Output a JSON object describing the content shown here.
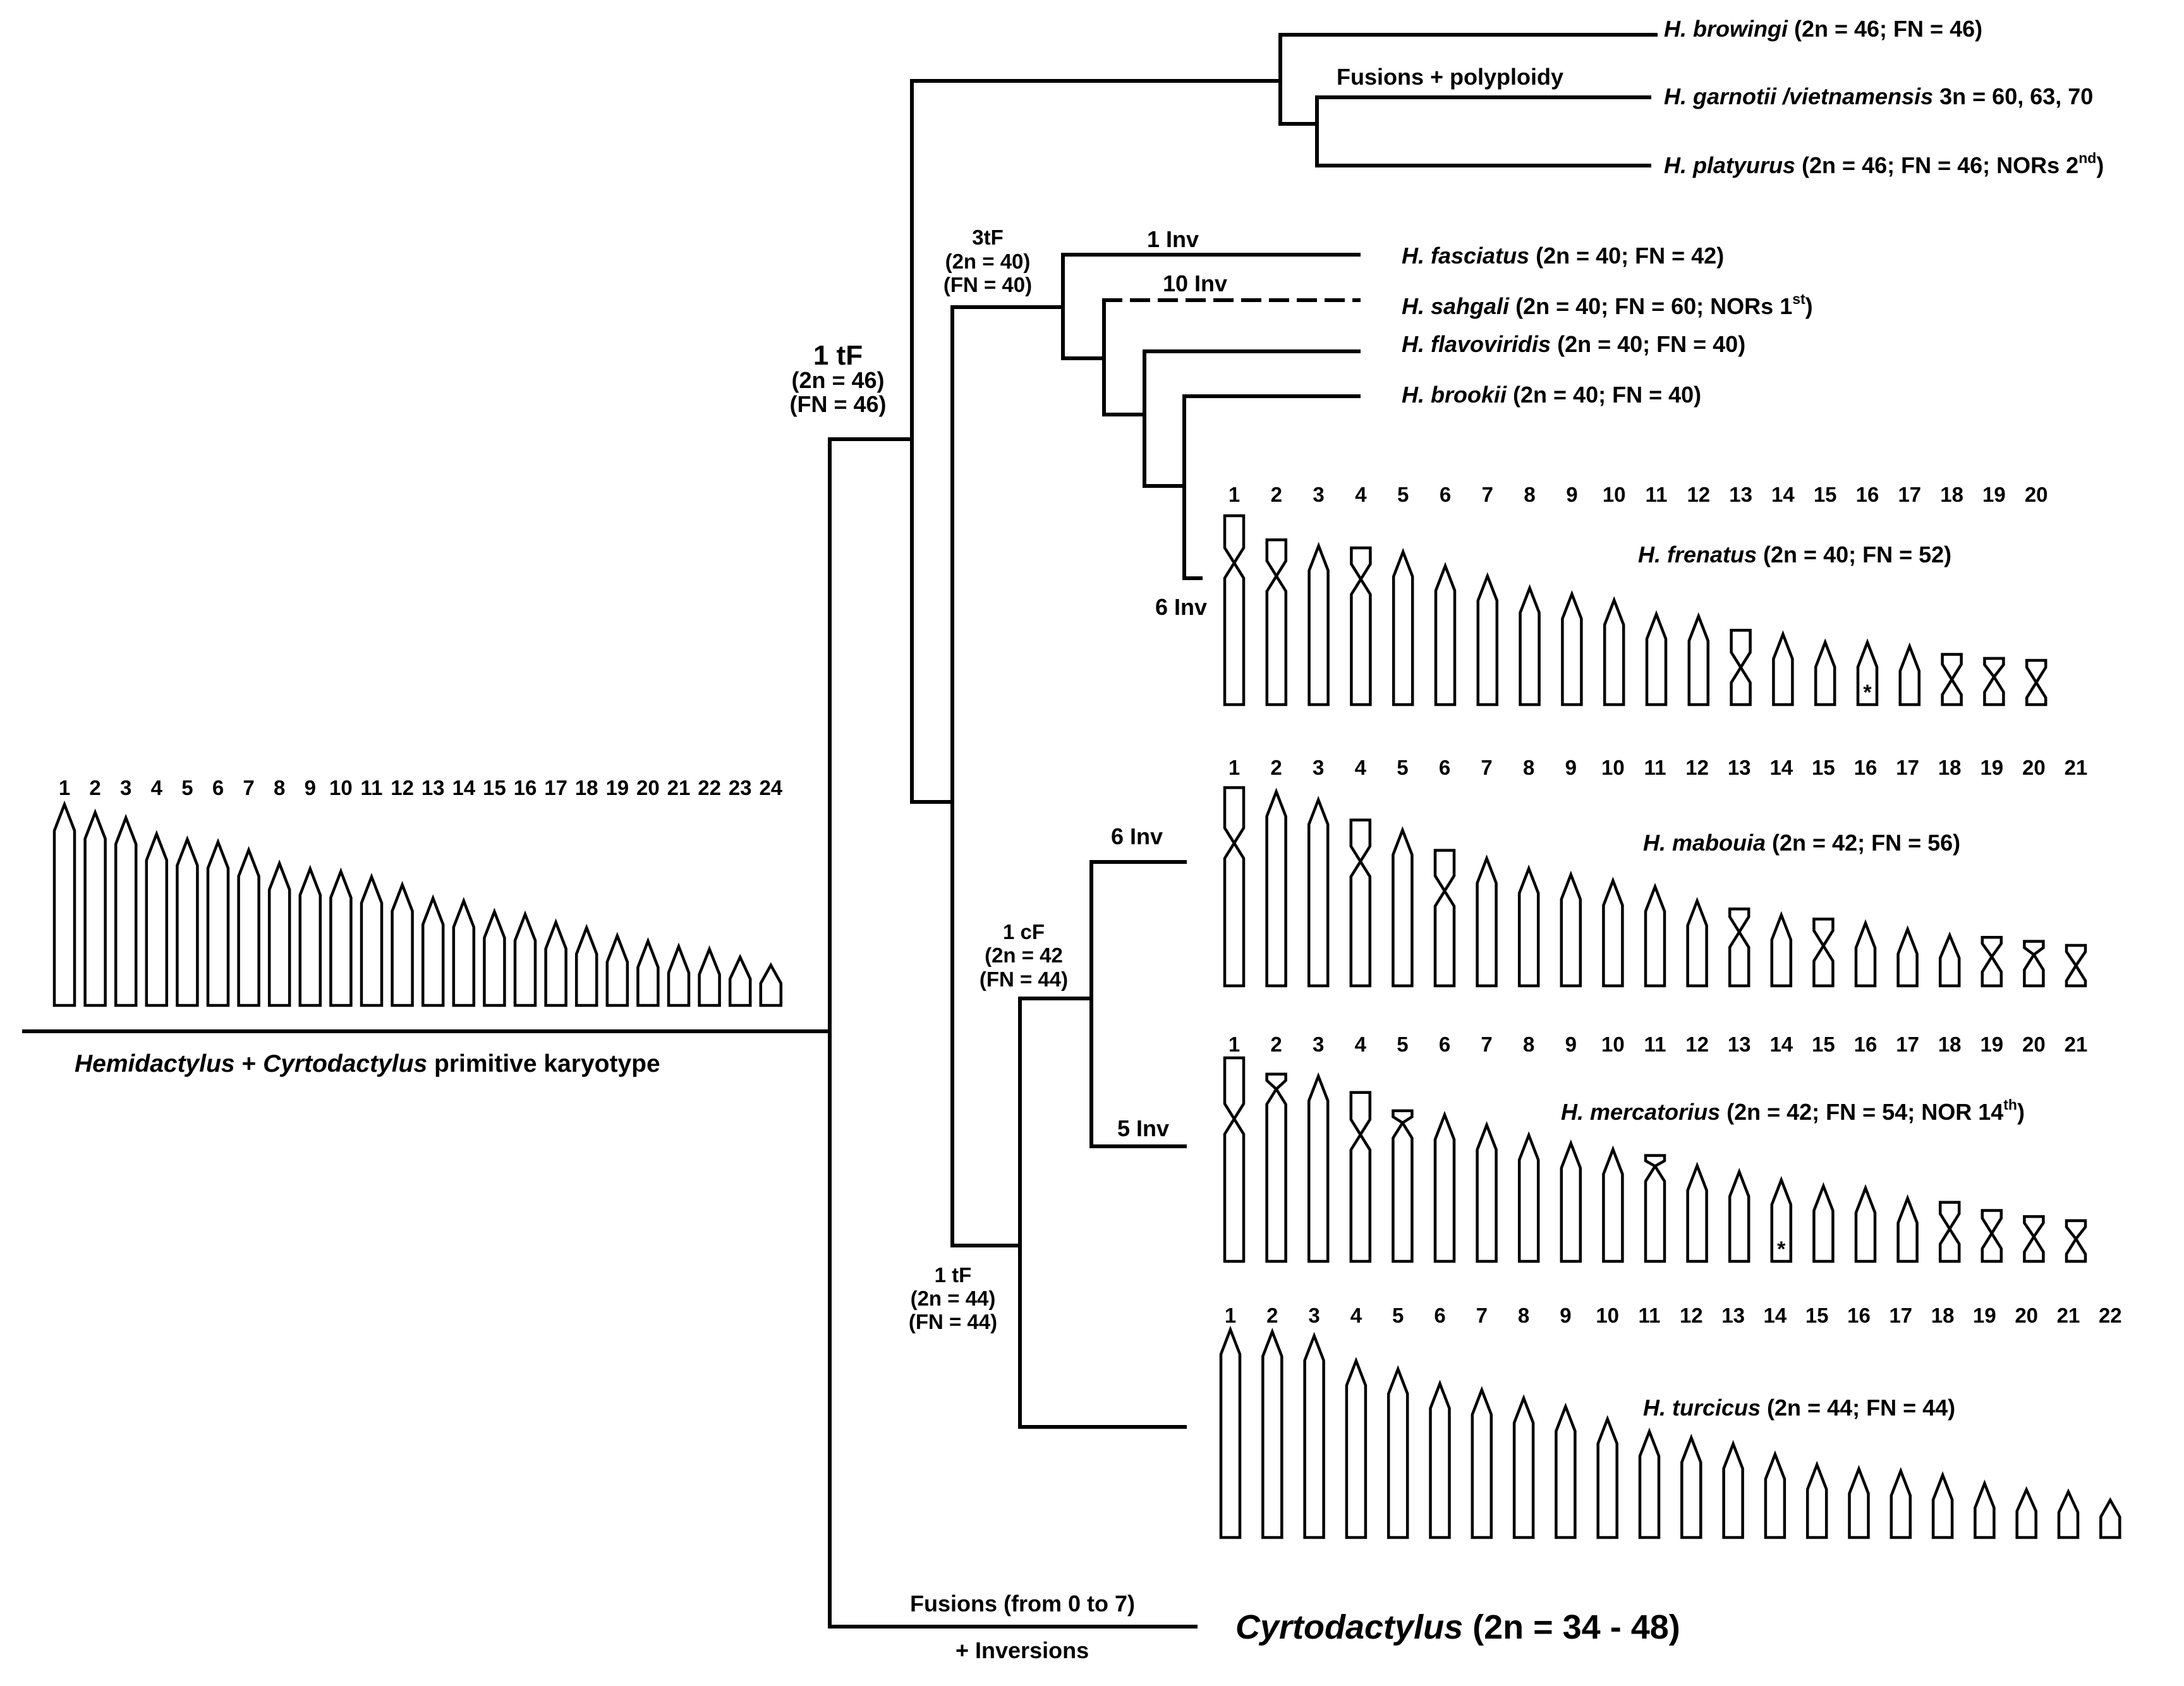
{
  "root_label": {
    "genus1": "Hemidactylus",
    "plus": "+",
    "genus2": "Cyrtodactylus",
    "rest": "primitive karyotype"
  },
  "nodes": {
    "n1tf_top": [
      "1 tF",
      "(2n = 46)",
      "(FN = 46)"
    ],
    "n3tf": [
      "3tF",
      "(2n = 40)",
      "(FN = 40)"
    ],
    "n1cf": [
      "1 cF",
      "(2n = 42",
      "(FN = 44)"
    ],
    "n1tf_low": [
      "1 tF",
      "(2n = 44)",
      "(FN = 44)"
    ]
  },
  "branch_labels": {
    "fusions_polyploidy": "Fusions + polyploidy",
    "inv_fasciatus": "1 Inv",
    "inv_sahgali": "10 Inv",
    "inv_frenatus": "6 Inv",
    "inv_mabouia": "6 Inv",
    "inv_mercatorius": "5 Inv",
    "cyrto_fusions": "Fusions (from 0  to 7)",
    "cyrto_inversions": "+ Inversions"
  },
  "taxa": {
    "browingi": {
      "name": "H. browingi",
      "info": " (2n = 46; FN = 46)"
    },
    "garnotii": {
      "name": "H. garnotii /vietnamensis",
      "info": " 3n = 60, 63, 70"
    },
    "platyurus": {
      "name": "H. platyurus",
      "info": " (2n = 46; FN = 46; NORs 2",
      "sup": "nd",
      "close": ")"
    },
    "fasciatus": {
      "name": "H. fasciatus",
      "info": " (2n = 40; FN = 42)"
    },
    "sahgali": {
      "name": "H. sahgali",
      "info": " (2n = 40; FN = 60; NORs 1",
      "sup": "st",
      "close": ")"
    },
    "flavoviridis": {
      "name": "H. flavoviridis",
      "info": " (2n = 40; FN = 40)"
    },
    "brookii": {
      "name": "H. brookii",
      "info": " (2n = 40; FN = 40)"
    },
    "frenatus": {
      "name": "H. frenatus",
      "info": " (2n = 40; FN = 52)"
    },
    "mabouia": {
      "name": "H. mabouia",
      "info": " (2n = 42; FN = 56)"
    },
    "mercatorius": {
      "name": "H. mercatorius",
      "info": " (2n = 42; FN = 54; NOR 14",
      "sup": "th",
      "close": ")"
    },
    "turcicus": {
      "name": "H. turcicus",
      "info": " (2n = 44; FN = 44)"
    },
    "cyrtodactylus": {
      "name": "Cyrtodactylus",
      "info": "  (2n = 34 - 48)"
    }
  },
  "karyotypes": {
    "primitive": {
      "labels": [
        "1",
        "2",
        "3",
        "4",
        "5",
        "6",
        "7",
        "8",
        "9",
        "10",
        "11",
        "12",
        "13",
        "14",
        "15",
        "16",
        "17",
        "18",
        "19",
        "20",
        "21",
        "22",
        "23",
        "24"
      ],
      "chromosomes": [
        {
          "type": "a",
          "h": 0.75
        },
        {
          "type": "a",
          "h": 0.72
        },
        {
          "type": "a",
          "h": 0.7
        },
        {
          "type": "a",
          "h": 0.64
        },
        {
          "type": "a",
          "h": 0.62
        },
        {
          "type": "a",
          "h": 0.61
        },
        {
          "type": "a",
          "h": 0.58
        },
        {
          "type": "a",
          "h": 0.53
        },
        {
          "type": "a",
          "h": 0.51
        },
        {
          "type": "a",
          "h": 0.5
        },
        {
          "type": "a",
          "h": 0.48
        },
        {
          "type": "a",
          "h": 0.45
        },
        {
          "type": "a",
          "h": 0.4
        },
        {
          "type": "a",
          "h": 0.39
        },
        {
          "type": "a",
          "h": 0.35
        },
        {
          "type": "a",
          "h": 0.34
        },
        {
          "type": "a",
          "h": 0.31
        },
        {
          "type": "a",
          "h": 0.29
        },
        {
          "type": "a",
          "h": 0.26
        },
        {
          "type": "a",
          "h": 0.24
        },
        {
          "type": "a",
          "h": 0.22
        },
        {
          "type": "a",
          "h": 0.21
        },
        {
          "type": "a",
          "h": 0.18
        },
        {
          "type": "a",
          "h": 0.15
        }
      ]
    },
    "frenatus": {
      "labels": [
        "1",
        "2",
        "3",
        "4",
        "5",
        "6",
        "7",
        "8",
        "9",
        "10",
        "11",
        "12",
        "13",
        "14",
        "15",
        "16",
        "17",
        "18",
        "19",
        "20"
      ],
      "chromosomes": [
        {
          "type": "m",
          "h": 0.94,
          "c": 0.25
        },
        {
          "type": "m",
          "h": 0.82,
          "c": 0.22
        },
        {
          "type": "a",
          "h": 0.79
        },
        {
          "type": "m",
          "h": 0.78,
          "c": 0.2
        },
        {
          "type": "a",
          "h": 0.76
        },
        {
          "type": "a",
          "h": 0.69
        },
        {
          "type": "a",
          "h": 0.64
        },
        {
          "type": "a",
          "h": 0.58
        },
        {
          "type": "a",
          "h": 0.55
        },
        {
          "type": "a",
          "h": 0.52
        },
        {
          "type": "a",
          "h": 0.45
        },
        {
          "type": "a",
          "h": 0.44
        },
        {
          "type": "m",
          "h": 0.37,
          "c": 0.5
        },
        {
          "type": "a",
          "h": 0.35
        },
        {
          "type": "a",
          "h": 0.31
        },
        {
          "type": "a",
          "h": 0.31,
          "star": true
        },
        {
          "type": "a",
          "h": 0.29
        },
        {
          "type": "m",
          "h": 0.25,
          "c": 0.5
        },
        {
          "type": "m",
          "h": 0.23,
          "c": 0.4
        },
        {
          "type": "m",
          "h": 0.22,
          "c": 0.5
        }
      ]
    },
    "mabouia": {
      "labels": [
        "1",
        "2",
        "3",
        "4",
        "5",
        "6",
        "7",
        "8",
        "9",
        "10",
        "11",
        "12",
        "13",
        "14",
        "15",
        "16",
        "17",
        "18",
        "19",
        "20",
        "21"
      ],
      "chromosomes": [
        {
          "type": "m",
          "h": 0.98,
          "c": 0.28
        },
        {
          "type": "a",
          "h": 0.96
        },
        {
          "type": "a",
          "h": 0.92
        },
        {
          "type": "m",
          "h": 0.82,
          "c": 0.25
        },
        {
          "type": "a",
          "h": 0.77
        },
        {
          "type": "m",
          "h": 0.67,
          "c": 0.3
        },
        {
          "type": "a",
          "h": 0.63
        },
        {
          "type": "a",
          "h": 0.58
        },
        {
          "type": "a",
          "h": 0.55
        },
        {
          "type": "a",
          "h": 0.52
        },
        {
          "type": "a",
          "h": 0.49
        },
        {
          "type": "a",
          "h": 0.42
        },
        {
          "type": "m",
          "h": 0.38,
          "c": 0.3
        },
        {
          "type": "a",
          "h": 0.35
        },
        {
          "type": "m",
          "h": 0.33,
          "c": 0.4
        },
        {
          "type": "a",
          "h": 0.31
        },
        {
          "type": "a",
          "h": 0.28
        },
        {
          "type": "a",
          "h": 0.25
        },
        {
          "type": "m",
          "h": 0.24,
          "c": 0.4
        },
        {
          "type": "m",
          "h": 0.22,
          "c": 0.3
        },
        {
          "type": "m",
          "h": 0.2,
          "c": 0.5
        }
      ]
    },
    "mercatorius": {
      "labels": [
        "1",
        "2",
        "3",
        "4",
        "5",
        "6",
        "7",
        "8",
        "9",
        "10",
        "11",
        "12",
        "13",
        "14",
        "15",
        "16",
        "17",
        "18",
        "19",
        "20",
        "21"
      ],
      "chromosomes": [
        {
          "type": "m",
          "h": 1.0,
          "c": 0.3
        },
        {
          "type": "m",
          "h": 0.92,
          "c": 0.08
        },
        {
          "type": "a",
          "h": 0.91
        },
        {
          "type": "m",
          "h": 0.83,
          "c": 0.25
        },
        {
          "type": "m",
          "h": 0.74,
          "c": 0.08
        },
        {
          "type": "a",
          "h": 0.72
        },
        {
          "type": "a",
          "h": 0.67
        },
        {
          "type": "a",
          "h": 0.62
        },
        {
          "type": "a",
          "h": 0.58
        },
        {
          "type": "a",
          "h": 0.55
        },
        {
          "type": "m",
          "h": 0.52,
          "c": 0.1
        },
        {
          "type": "a",
          "h": 0.47
        },
        {
          "type": "a",
          "h": 0.44
        },
        {
          "type": "a",
          "h": 0.4,
          "star": true
        },
        {
          "type": "a",
          "h": 0.37
        },
        {
          "type": "a",
          "h": 0.36
        },
        {
          "type": "a",
          "h": 0.31
        },
        {
          "type": "m",
          "h": 0.29,
          "c": 0.45
        },
        {
          "type": "m",
          "h": 0.25,
          "c": 0.45
        },
        {
          "type": "m",
          "h": 0.22,
          "c": 0.45
        },
        {
          "type": "m",
          "h": 0.2,
          "c": 0.45
        }
      ]
    },
    "turcicus": {
      "labels": [
        "1",
        "2",
        "3",
        "4",
        "5",
        "6",
        "7",
        "8",
        "9",
        "10",
        "11",
        "12",
        "13",
        "14",
        "15",
        "16",
        "17",
        "18",
        "19",
        "20",
        "21",
        "22"
      ],
      "chromosomes": [
        {
          "type": "a",
          "h": 1.0
        },
        {
          "type": "a",
          "h": 0.99
        },
        {
          "type": "a",
          "h": 0.97
        },
        {
          "type": "a",
          "h": 0.85
        },
        {
          "type": "a",
          "h": 0.81
        },
        {
          "type": "a",
          "h": 0.74
        },
        {
          "type": "a",
          "h": 0.71
        },
        {
          "type": "a",
          "h": 0.67
        },
        {
          "type": "a",
          "h": 0.63
        },
        {
          "type": "a",
          "h": 0.57
        },
        {
          "type": "a",
          "h": 0.51
        },
        {
          "type": "a",
          "h": 0.48
        },
        {
          "type": "a",
          "h": 0.45
        },
        {
          "type": "a",
          "h": 0.4
        },
        {
          "type": "a",
          "h": 0.35
        },
        {
          "type": "a",
          "h": 0.33
        },
        {
          "type": "a",
          "h": 0.32
        },
        {
          "type": "a",
          "h": 0.3
        },
        {
          "type": "a",
          "h": 0.26
        },
        {
          "type": "a",
          "h": 0.23
        },
        {
          "type": "a",
          "h": 0.22
        },
        {
          "type": "a",
          "h": 0.18
        }
      ]
    }
  }
}
